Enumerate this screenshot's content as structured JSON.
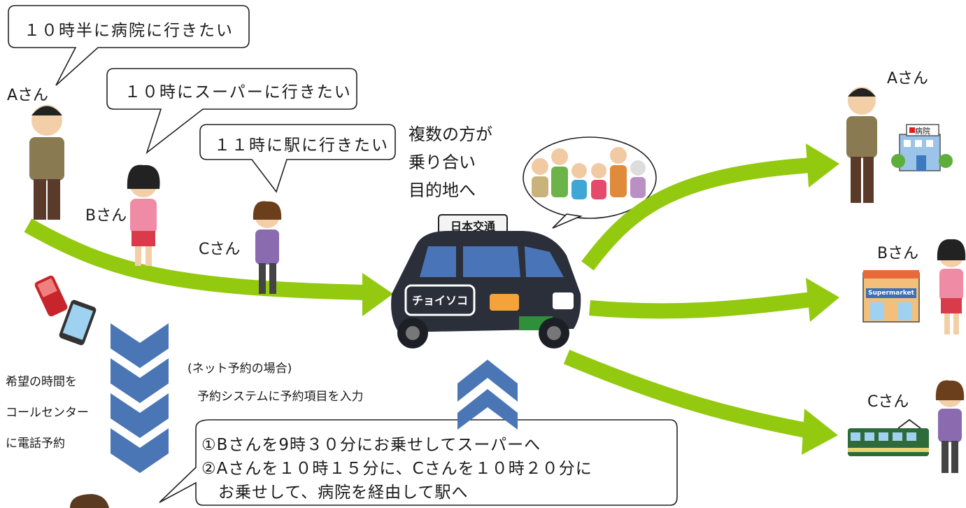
{
  "bubbles": {
    "a": "１０時半に病院に行きたい",
    "b": "１０時にスーパーに行きたい",
    "c": "１１時に駅に行きたい",
    "schedule": [
      "①Bさんを9時３０分にお乗せしてスーパーへ",
      "②Aさんを１０時１５分に、Cさんを１０時２０分に",
      "　お乗せして、病院を経由して駅へ"
    ]
  },
  "people_left": {
    "a": "Aさん",
    "b": "Bさん",
    "c": "Cさん"
  },
  "people_right": {
    "a": "Aさん",
    "b": "Bさん",
    "c": "Cさん"
  },
  "rideshare_caption": [
    "複数の方が",
    "乗り合い",
    "目的地へ"
  ],
  "taxi": {
    "roof_sign": "日本交通",
    "side_sign": "チョイソコ"
  },
  "phone_booking": [
    "希望の時間を",
    "コールセンター",
    "に電話予約"
  ],
  "net_booking": {
    "note": "(ネット予約の場合)",
    "text": "予約システムに予約項目を入力"
  },
  "destinations": {
    "hospital_sign": "病院",
    "supermarket_sign": "Supermarket"
  },
  "colors": {
    "arrow_green": "#93c90f",
    "chevron_blue": "#4a76b5",
    "taxi_body": "#2a2f3a"
  }
}
